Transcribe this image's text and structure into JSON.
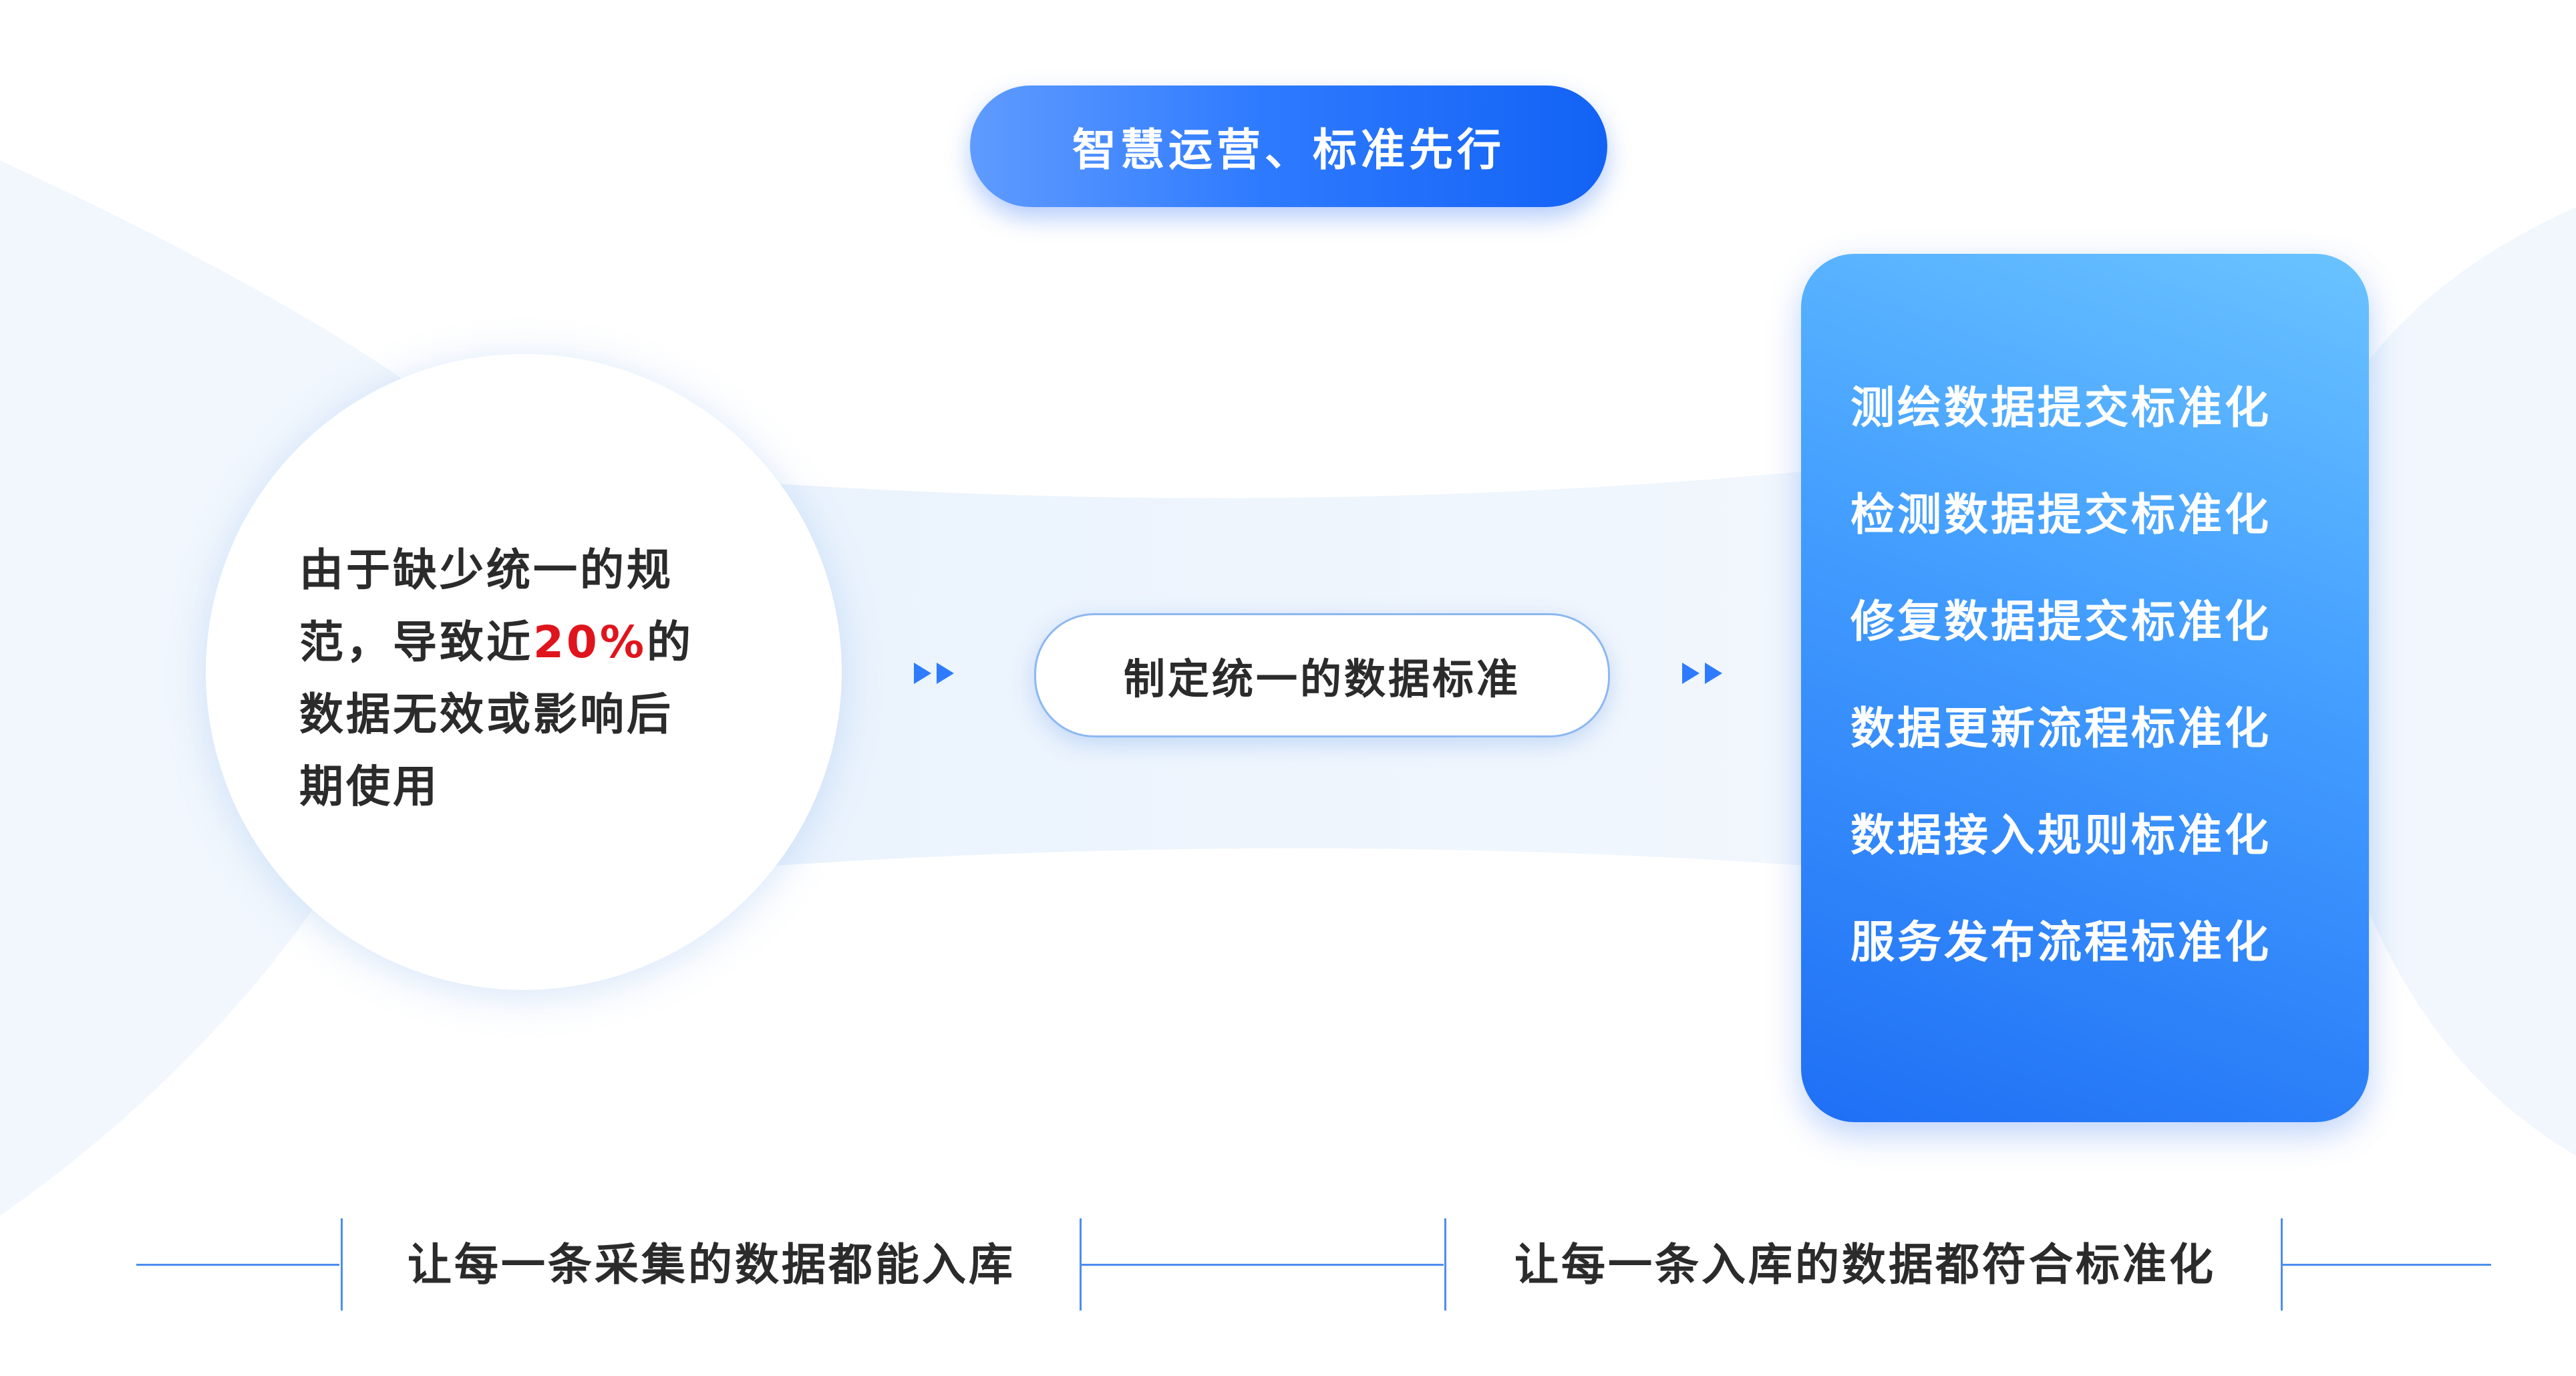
{
  "header": {
    "title": "智慧运营、标准先行"
  },
  "problem": {
    "line1": "由于缺少统一的规",
    "line2_prefix": "范，导致近",
    "line2_highlight": "20%",
    "line2_suffix": "的",
    "line3": "数据无效或影响后",
    "line4": "期使用"
  },
  "solution": {
    "label": "制定统一的数据标准"
  },
  "standards": {
    "items": [
      "测绘数据提交标准化",
      "检测数据提交标准化",
      "修复数据提交标准化",
      "数据更新流程标准化",
      "数据接入规则标准化",
      "服务发布流程标准化"
    ]
  },
  "footer": {
    "left_caption": "让每一条采集的数据都能入库",
    "right_caption": "让每一条入库的数据都符合标准化"
  },
  "colors": {
    "accent_blue": "#2f7bff",
    "highlight_red": "#e0141c",
    "text_dark": "#2b2b2b"
  }
}
